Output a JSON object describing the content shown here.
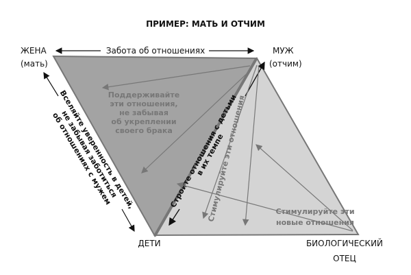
{
  "title": "ПРИМЕР: МАТЬ И ОТЧИМ",
  "nodes": {
    "wife": "ЖЕНА",
    "wife_sub": "(мать)",
    "husband": "МУЖ",
    "husband_sub": "(отчим)",
    "children": "ДЕТИ",
    "bio_father_1": "БИОЛОГИЧЕСКИЙ",
    "bio_father_2": "ОТЕЦ"
  },
  "edges": {
    "top": "Забота об отношениях",
    "left": [
      "Вселяйте уверенность в детей,",
      "не забывая заботиться",
      "об отношениях с мужем"
    ],
    "inner_marriage": [
      "Поддерживайте",
      "эти отношения,",
      "не забывая",
      "об укреплении",
      "своего брака"
    ],
    "stepfather_children": [
      "Стройте отношения с детьми",
      "в их темпе"
    ],
    "stimulate": "Стимулируйте эти отношения",
    "new_relations": [
      "Стимулируйте эти",
      "новые отношения"
    ]
  },
  "colors": {
    "dark_triangle": "#a3a3a3",
    "light_triangle": "#d4d4d4",
    "edge": "#777777"
  }
}
